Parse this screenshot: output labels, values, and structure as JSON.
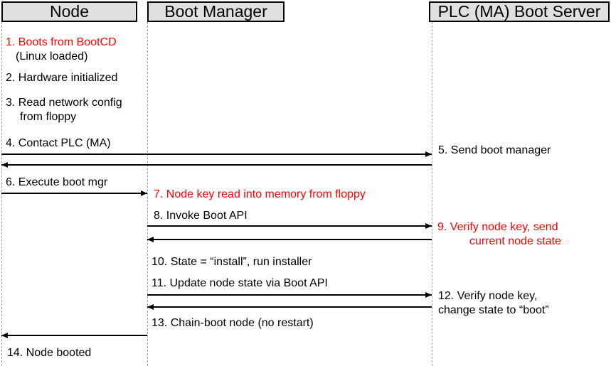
{
  "colors": {
    "highlight_red": "#ff0000",
    "actor_fill": "#e0e0e0",
    "actor_border": "#000000",
    "lifeline_gray": "#9e9e9e",
    "arrow_black": "#000000",
    "text_black": "#000000",
    "background": "#ffffff"
  },
  "diagram_type": "sequence-diagram",
  "actors": [
    {
      "label": "Node"
    },
    {
      "label": "Boot Manager"
    },
    {
      "label": "PLC (MA) Boot Server"
    }
  ],
  "steps": [
    {
      "id": 1,
      "actor": "Node",
      "highlight": "first-line-red",
      "lines": [
        "1. Boots from BootCD",
        "(Linux loaded)"
      ]
    },
    {
      "id": 2,
      "actor": "Node",
      "highlight": false,
      "lines": [
        "2. Hardware initialized"
      ]
    },
    {
      "id": 3,
      "actor": "Node",
      "highlight": false,
      "lines": [
        "3. Read network config",
        "from floppy"
      ]
    },
    {
      "id": 4,
      "actor": "Node",
      "highlight": false,
      "lines": [
        "4. Contact PLC (MA)"
      ]
    },
    {
      "id": 5,
      "actor": "PLC (MA) Boot Server",
      "highlight": false,
      "lines": [
        "5. Send boot manager"
      ]
    },
    {
      "id": 6,
      "actor": "Node",
      "highlight": false,
      "lines": [
        "6. Execute boot mgr"
      ]
    },
    {
      "id": 7,
      "actor": "Boot Manager",
      "highlight": true,
      "lines": [
        "7. Node key read into memory from floppy"
      ]
    },
    {
      "id": 8,
      "actor": "Boot Manager",
      "highlight": false,
      "lines": [
        "8. Invoke Boot API"
      ]
    },
    {
      "id": 9,
      "actor": "PLC (MA) Boot Server",
      "highlight": true,
      "lines": [
        "9. Verify node key, send",
        "current node state"
      ]
    },
    {
      "id": 10,
      "actor": "Boot Manager",
      "highlight": false,
      "lines": [
        "10. State = “install”, run installer"
      ]
    },
    {
      "id": 11,
      "actor": "Boot Manager",
      "highlight": false,
      "lines": [
        "11. Update node state via Boot API"
      ]
    },
    {
      "id": 12,
      "actor": "PLC (MA) Boot Server",
      "highlight": false,
      "lines": [
        "12. Verify node key,",
        "change state to “boot”"
      ]
    },
    {
      "id": 13,
      "actor": "Boot Manager",
      "highlight": false,
      "lines": [
        "13. Chain-boot node (no restart)"
      ]
    },
    {
      "id": 14,
      "actor": "Node",
      "highlight": false,
      "lines": [
        "14. Node booted"
      ]
    }
  ],
  "arrows": [
    {
      "step": 4,
      "from": "Node",
      "to": "PLC (MA) Boot Server",
      "direction": "right"
    },
    {
      "step": 5,
      "from": "PLC (MA) Boot Server",
      "to": "Node",
      "direction": "left"
    },
    {
      "step": 6,
      "from": "Node",
      "to": "Boot Manager",
      "direction": "right"
    },
    {
      "step": 8,
      "from": "Boot Manager",
      "to": "PLC (MA) Boot Server",
      "direction": "right"
    },
    {
      "step": 9,
      "from": "PLC (MA) Boot Server",
      "to": "Boot Manager",
      "direction": "left"
    },
    {
      "step": 11,
      "from": "Boot Manager",
      "to": "PLC (MA) Boot Server",
      "direction": "right"
    },
    {
      "step": 12,
      "from": "PLC (MA) Boot Server",
      "to": "Boot Manager",
      "direction": "left"
    },
    {
      "step": 13,
      "from": "Boot Manager",
      "to": "Node",
      "direction": "left"
    }
  ]
}
